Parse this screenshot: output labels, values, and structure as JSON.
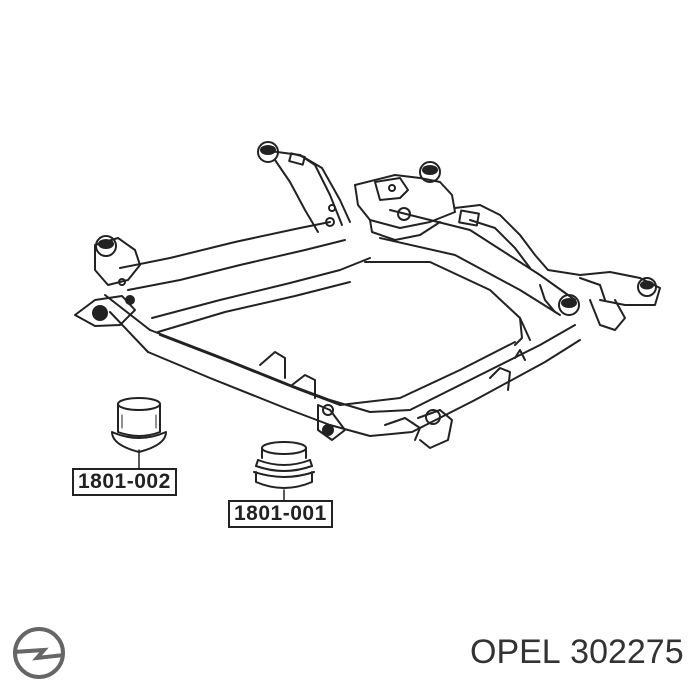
{
  "labels": {
    "part_a": "1801-002",
    "part_b": "1801-001"
  },
  "caption": {
    "brand": "OPEL",
    "part_number": "302275"
  },
  "icons": {
    "logo": "opel-logo-icon"
  },
  "colors": {
    "line": "#222222",
    "caption": "#333333",
    "background": "#ffffff"
  }
}
